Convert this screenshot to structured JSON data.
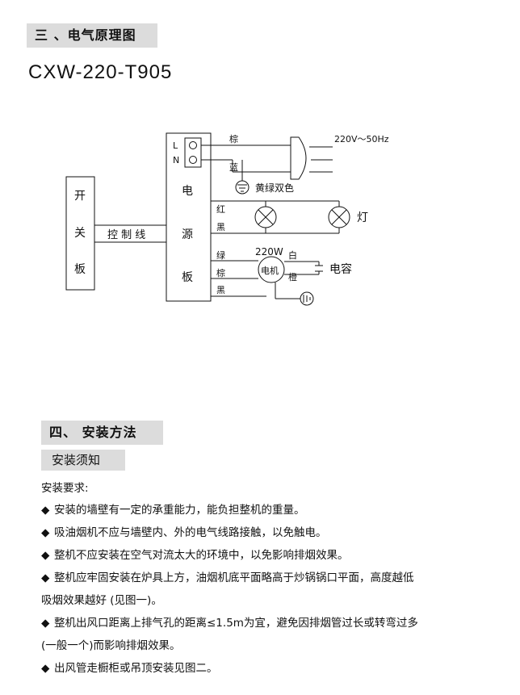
{
  "section3": {
    "title": "三 、电气原理图"
  },
  "model": "CXW-220-T905",
  "diagram": {
    "switch_board": [
      "开",
      "关",
      "板"
    ],
    "control_line": "控 制 线",
    "main_board": [
      "电",
      "源",
      "板"
    ],
    "terminal_L": "L",
    "terminal_N": "N",
    "wire_brown_top": "棕",
    "wire_blue": "蓝",
    "power_label": "220V～50Hz",
    "ground_label": "黄绿双色",
    "wire_red": "红",
    "wire_black_lamp": "黑",
    "lamp_label": "灯",
    "motor_power": "220W",
    "wire_green": "绿",
    "wire_brown_motor": "棕",
    "wire_black_motor": "黑",
    "motor_label": "电机",
    "wire_white": "白",
    "wire_orange": "橙",
    "capacitor_label": "电容"
  },
  "section4": {
    "title": "四、 安装方法",
    "subtitle": "安装须知"
  },
  "requirements_heading": "安装要求:",
  "bullet_symbol": "◆",
  "bullets": [
    "安装的墙壁有一定的承重能力，能负担整机的重量。",
    "吸油烟机不应与墙壁内、外的电气线路接触，以免触电。",
    "整机不应安装在空气对流太大的环境中，以免影响排烟效果。",
    "整机应牢固安装在炉具上方，油烟机底平面略高于炒锅锅口平面，高度越低",
    "吸烟效果越好 (见图一)。",
    "整机出风口距离上排气孔的距离≤1.5m为宜，避免因排烟管过长或转弯过多",
    "(一般一个)而影响排烟效果。",
    "出风管走橱柜或吊顶安装见图二。"
  ]
}
